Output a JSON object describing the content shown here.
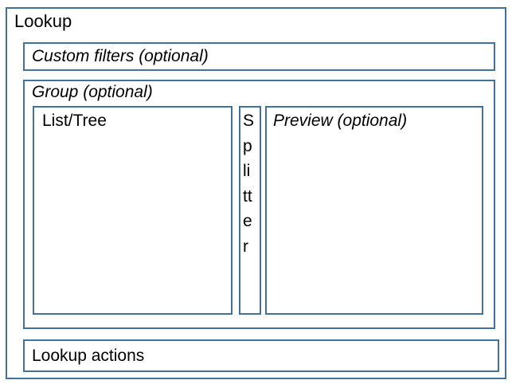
{
  "colors": {
    "border": "#41719C",
    "text": "#000000",
    "background": "#FFFFFF"
  },
  "diagram": {
    "title": "Lookup",
    "custom_filters_label": "Custom filters (optional)",
    "group_label": "Group (optional)",
    "list_tree_label": "List/Tree",
    "splitter_label": "Splitter",
    "preview_label": "Preview (optional)",
    "actions_label": "Lookup actions"
  }
}
